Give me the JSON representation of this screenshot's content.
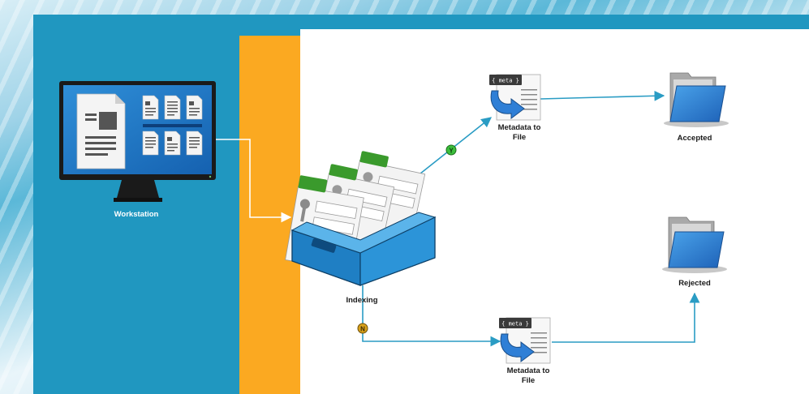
{
  "nodes": {
    "workstation": {
      "label": "Workstation"
    },
    "indexing": {
      "label": "Indexing"
    },
    "metadata_top": {
      "label": "Metadata to\nFile",
      "badge": "{ meta }"
    },
    "metadata_bottom": {
      "label": "Metadata to\nFile",
      "badge": "{ meta }"
    },
    "accepted": {
      "label": "Accepted"
    },
    "rejected": {
      "label": "Rejected"
    }
  },
  "branches": {
    "yes": {
      "label": "Y",
      "color": "#3cbf3c"
    },
    "no": {
      "label": "N",
      "color": "#d9a21b"
    }
  },
  "colors": {
    "lane_blue": "#2097c0",
    "lane_orange": "#fba921",
    "connector": "#2a9cc4",
    "folder_blue": "#2b7fd4",
    "tray_blue": "#1f7fc4",
    "tab_green": "#3a9a2c"
  }
}
